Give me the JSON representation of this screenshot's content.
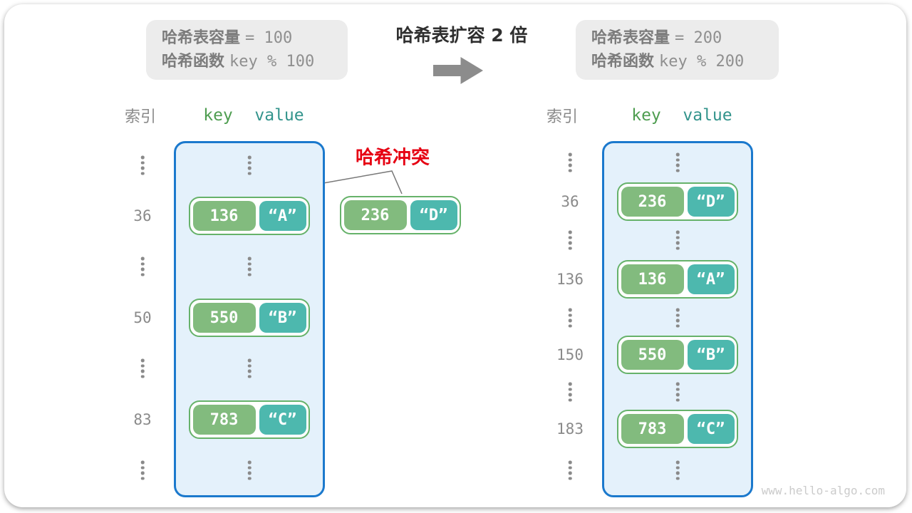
{
  "page": {
    "watermark": "www.hello-algo.com"
  },
  "top": {
    "left_box": {
      "line1_label": "哈希表容量",
      "line1_value": "= 100",
      "line2_label": "哈希函数",
      "line2_value": "key % 100"
    },
    "title": "哈希表扩容 2 倍",
    "right_box": {
      "line1_label": "哈希表容量",
      "line1_value": "= 200",
      "line2_label": "哈希函数",
      "line2_value": "key % 200"
    }
  },
  "columns": {
    "index_label": "索引",
    "key_label": "key",
    "value_label": "value"
  },
  "collision": {
    "label": "哈希冲突",
    "entry": {
      "key": "236",
      "value": "“D”"
    }
  },
  "left_table": {
    "capacity": 100,
    "entries": [
      {
        "index": "36",
        "key": "136",
        "value": "“A”"
      },
      {
        "index": "50",
        "key": "550",
        "value": "“B”"
      },
      {
        "index": "83",
        "key": "783",
        "value": "“C”"
      }
    ]
  },
  "right_table": {
    "capacity": 200,
    "entries": [
      {
        "index": "36",
        "key": "236",
        "value": "“D”"
      },
      {
        "index": "136",
        "key": "136",
        "value": "“A”"
      },
      {
        "index": "150",
        "key": "550",
        "value": "“B”"
      },
      {
        "index": "183",
        "key": "783",
        "value": "“C”"
      }
    ]
  },
  "colors": {
    "container_fill": "#E4F1FB",
    "container_border": "#1B79CD",
    "key_cell": "#82BB7E",
    "value_cell": "#4DB8AE",
    "pair_border": "#66B26A",
    "key_header_text": "#4E9D50",
    "value_header_text": "#33948C",
    "collision_red": "#E60012",
    "gray_text": "#8A8A8A",
    "arrow_gray": "#8C8C8C",
    "info_box_bg": "#ECECEC"
  }
}
